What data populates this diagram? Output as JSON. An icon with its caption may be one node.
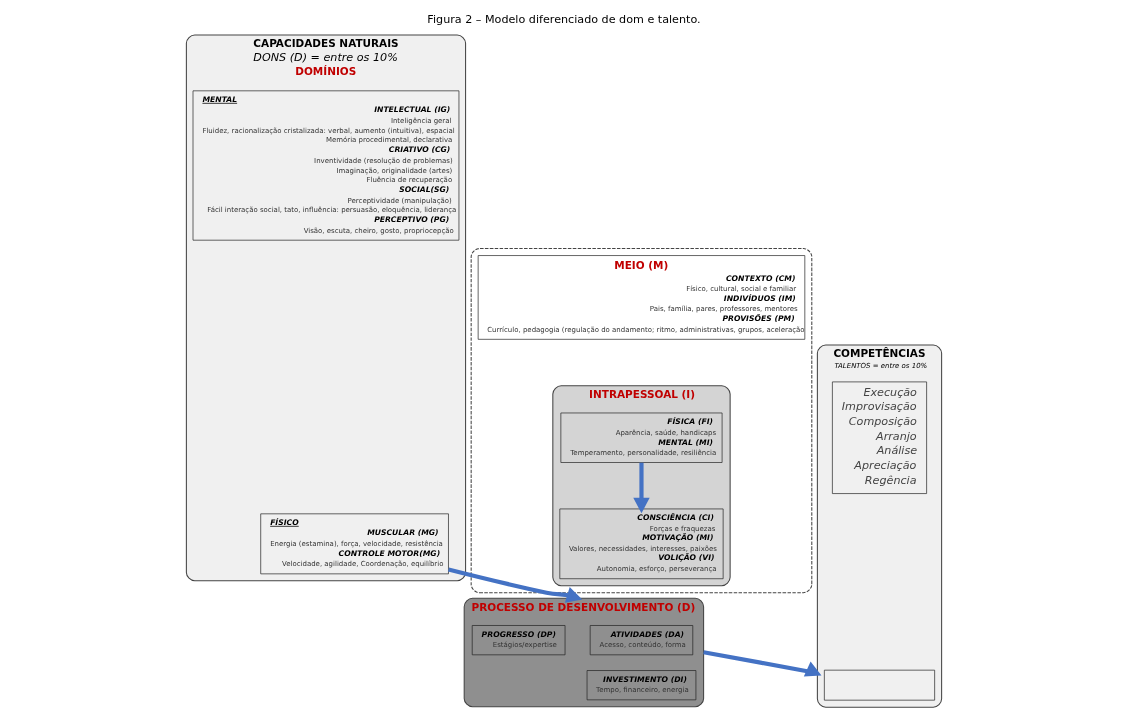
{
  "diagram": {
    "title": "Figura 2 – Modelo diferenciado de dom e talento.",
    "nodes": [
      {
        "text": [
          "CAPACIDADES NATURAIS",
          "DONS (D) = entre os 10%",
          "DOMÍNIOS"
        ]
      },
      {
        "text": [
          "MENTAL",
          "INTELECTUAL (IG)",
          "Inteligência geral",
          "Fluidez, racionalização cristalizada: verbal, aumento (intuitiva), espacial",
          "Memória procedimental, declarativa",
          "CRIATIVO (CG)",
          "Inventividade (resolução de problemas)",
          "Imaginação, originalidade (artes)",
          "Fluência de recuperação",
          "SOCIAL(SG)",
          "Perceptividade (manipulação)",
          "Fácil interação social, tato, influência: persuasão, eloquência, liderança",
          "PERCEPTIVO (PG)",
          "Visão, escuta, cheiro, gosto, propriocepção"
        ],
        "in": 0
      },
      {
        "text": [
          "FÍSICO",
          "MUSCULAR (MG)",
          "Energia (estamina), força, velocidade, resistência",
          "CONTROLE MOTOR(MG)",
          "Velocidade, agilidade, Coordenação, equilíbrio"
        ],
        "in": 0
      },
      {
        "text": [],
        "shape": "box"
      },
      {
        "text": [
          "MEIO (M)",
          "CONTEXTO (CM)",
          "Físico, cultural, social e familiar",
          "INDIVÍDUOS (IM)",
          "Pais, família, pares, professores, mentores",
          "PROVISÕES (PM)",
          "Currículo, pedagogia (regulação do andamento; ritmo, administrativas, grupos, aceleração"
        ],
        "in": 3
      },
      {
        "text": [
          "INTRAPESSOAL (I)"
        ],
        "in": 3
      },
      {
        "text": [
          "FÍSICA (FI)",
          "Aparência, saúde, handicaps",
          "MENTAL (MI)",
          "Temperamento, personalidade, resiliência"
        ],
        "in": 5
      },
      {
        "text": [
          "CONSCIÊNCIA (CI)",
          "Forças e fraquezas",
          "MOTIVAÇÃO (MI)",
          "Valores, necessidades, interesses, paixões",
          "VOLIÇÃO (VI)",
          "Autonomia, esforço, perseverança"
        ],
        "in": 5
      },
      {
        "text": [
          "PROCESSO DE DESENVOLVIMENTO (D)"
        ]
      },
      {
        "text": [
          "ATIVIDADES (DA)",
          "Acesso, conteúdo, forma"
        ],
        "in": 8
      },
      {
        "text": [
          "PROGRESSO (DP)",
          "Estágios/expertise"
        ],
        "in": 8
      },
      {
        "text": [
          "INVESTIMENTO (DI)",
          "Tempo, financeiro, energia"
        ],
        "in": 8
      },
      {
        "text": [
          "COMPETÊNCIAS",
          "TALENTOS = entre os 10%"
        ]
      },
      {
        "text": [
          "Execução",
          "Improvisação",
          "Composição",
          "Arranjo",
          "Análise",
          "Apreciação",
          "Regência"
        ],
        "in": 12
      },
      {
        "text": [],
        "shape": "box",
        "in": 12
      }
    ],
    "edges": [
      {
        "from": 6,
        "to": 7,
        "arrow": "to"
      },
      {
        "from": 2,
        "to": 8,
        "arrow": "to"
      },
      {
        "from": 8,
        "to": 12,
        "arrow": "to"
      }
    ]
  }
}
